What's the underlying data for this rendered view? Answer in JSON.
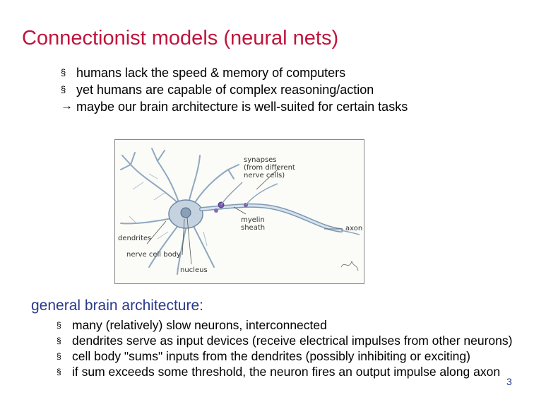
{
  "slide": {
    "title": "Connectionist models (neural nets)",
    "intro_bullets": [
      {
        "marker": "§",
        "text": "humans lack the speed & memory of computers"
      },
      {
        "marker": "§",
        "text": "yet humans are capable of complex reasoning/action"
      },
      {
        "marker": "→",
        "text": "maybe our brain architecture is well-suited for certain tasks"
      }
    ],
    "figure": {
      "labels": {
        "synapses": "synapses (from different nerve cells)",
        "synapses_line1": "synapses",
        "synapses_line2": "(from different",
        "synapses_line3": "nerve cells)",
        "myelin_line1": "myelin",
        "myelin_line2": "sheath",
        "axon": "axon",
        "dendrites": "dendrites",
        "cell_body": "nerve cell body",
        "nucleus": "nucleus"
      }
    },
    "subheading": "general brain architecture:",
    "architecture_bullets": [
      {
        "marker": "§",
        "text": "many (relatively) slow neurons, interconnected"
      },
      {
        "marker": "§",
        "text": "dendrites serve as input devices (receive electrical impulses from other neurons)"
      },
      {
        "marker": "§",
        "text": "cell body \"sums\" inputs from the dendrites (possibly inhibiting or exciting)"
      },
      {
        "marker": "§",
        "text": "if sum exceeds some threshold, the neuron fires an output impulse along axon"
      }
    ],
    "page_number": "3"
  }
}
